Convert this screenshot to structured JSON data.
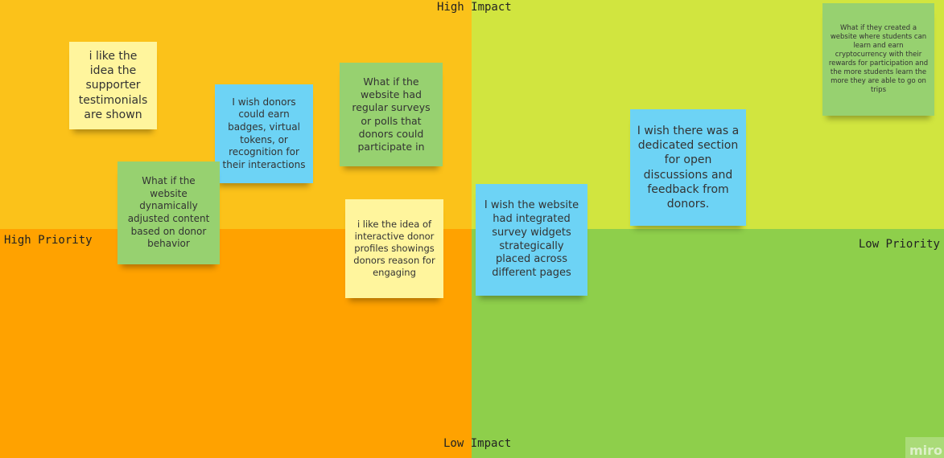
{
  "colors": {
    "top_left": "#FBC21A",
    "top_right": "#D1E53F",
    "bottom_left": "#FFA200",
    "bottom_right": "#8ECF4B",
    "note_yellow": "#FFF59D",
    "note_green": "#97D170",
    "note_blue": "#6DD3F5"
  },
  "axes": {
    "top": "High Impact",
    "bottom": "Low Impact",
    "left": "High Priority",
    "right": "Low Priority"
  },
  "notes": [
    {
      "text": "i like the idea the supporter testimonials are shown",
      "color": "yellow"
    },
    {
      "text": "I wish donors could earn badges, virtual tokens, or recognition for their interactions",
      "color": "blue"
    },
    {
      "text": "What if the website had regular surveys or polls that donors could participate in",
      "color": "green"
    },
    {
      "text": "What if the website dynamically adjusted content based on donor behavior",
      "color": "green"
    },
    {
      "text": "i like the idea of interactive donor profiles showings donors reason for engaging",
      "color": "yellow"
    },
    {
      "text": "I wish the website had integrated survey widgets strategically placed across different pages",
      "color": "blue"
    },
    {
      "text": "I wish there was a dedicated section for open discussions and feedback from donors.",
      "color": "blue"
    },
    {
      "text": "What if they created a website where students can learn and earn cryptocurrency with their rewards for participation and the more students learn the more they are able to go on trips",
      "color": "green"
    }
  ],
  "watermark": "miro"
}
